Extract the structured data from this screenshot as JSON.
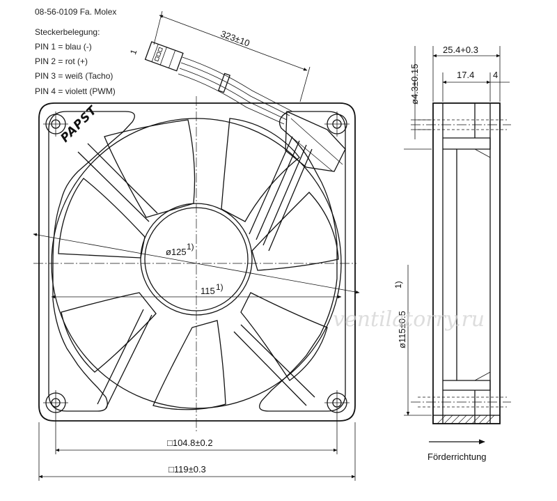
{
  "notes": {
    "part_no": "08-56-0109 Fa. Molex",
    "heading": "Steckerbelegung:",
    "pins": [
      "PIN 1 = blau (-)",
      "PIN 2 = rot (+)",
      "PIN 3 = weiß (Tacho)",
      "PIN 4 = violett (PWM)"
    ]
  },
  "brand": "PAPST",
  "connector": {
    "pin1_marker": "1",
    "cable_length": "323±10"
  },
  "front_view": {
    "diameter_label": "ø125",
    "diameter_footnote": "1)",
    "width_label": "115",
    "width_footnote": "1)",
    "hole_spacing_label": "□104.8±0.2",
    "outer_size_label": "□119±0.3"
  },
  "side_view": {
    "depth_label": "25.4+0.3",
    "inner_depth_label": "17.4",
    "flange_label": "4",
    "hole_diameter_label": "ø4.3±0.15",
    "inner_diameter_label": "ø115±0.5",
    "inner_diameter_footnote": "1)",
    "airflow_label": "Förderrichtung"
  },
  "watermark": "ventilatorry.ru"
}
